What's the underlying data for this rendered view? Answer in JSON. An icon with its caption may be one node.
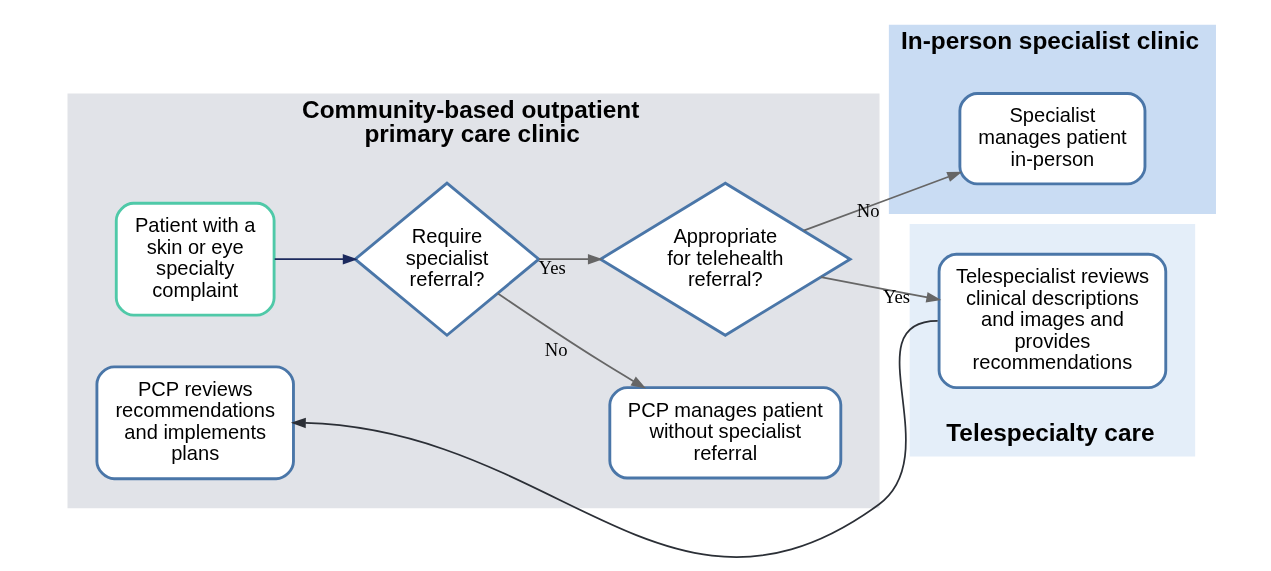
{
  "diagram": {
    "nodes": [
      {
        "text": [
          "Community-based outpatient primary care clinic"
        ]
      },
      {
        "text": [
          "In-person specialist clinic"
        ]
      },
      {
        "text": [
          "Telespecialty care"
        ]
      },
      {
        "text": [
          "Patient with a skin or eye specialty complaint"
        ],
        "in": 0
      },
      {
        "text": [
          "Require specialist referral?"
        ],
        "in": 0
      },
      {
        "text": [
          "PCP manages patient without specialist referral"
        ],
        "in": 0
      },
      {
        "text": [
          "Appropriate for telehealth referral?"
        ],
        "in": 0
      },
      {
        "text": [
          "PCP reviews recommendations and implements plans"
        ],
        "in": 0
      },
      {
        "text": [
          "Specialist manages patient in-person"
        ],
        "in": 1
      },
      {
        "text": [
          "Telespecialist reviews clinical descriptions and images and provides recommendations"
        ],
        "in": 2
      }
    ],
    "edges": [
      {
        "from": 3,
        "to": 4,
        "arrow": "to",
        "color": "#1c2a5e"
      },
      {
        "from": 4,
        "to": 5,
        "arrow": "to",
        "label": "No"
      },
      {
        "from": 4,
        "to": 6,
        "arrow": "to",
        "label": "Yes"
      },
      {
        "from": 6,
        "to": 8,
        "arrow": "to",
        "label": "No"
      },
      {
        "from": 6,
        "to": 9,
        "arrow": "to",
        "label": "Yes"
      },
      {
        "from": 9,
        "to": 7,
        "arrow": "to",
        "color": "#2b2f36"
      }
    ]
  }
}
